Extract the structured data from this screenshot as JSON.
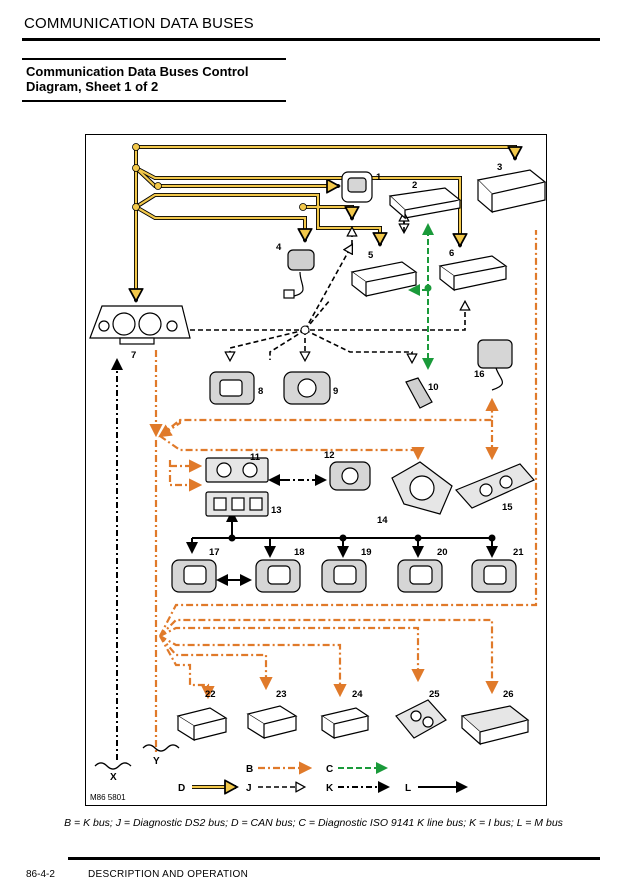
{
  "header": {
    "section_title": "COMMUNICATION DATA BUSES"
  },
  "subheader": {
    "line1": "Communication Data Buses Control",
    "line2": "Diagram, Sheet 1 of 2"
  },
  "diagram": {
    "components": [
      "1",
      "2",
      "3",
      "4",
      "5",
      "6",
      "7",
      "8",
      "9",
      "10",
      "11",
      "12",
      "13",
      "14",
      "15",
      "16",
      "17",
      "18",
      "19",
      "20",
      "21",
      "22",
      "23",
      "24",
      "25",
      "26"
    ],
    "bus_ends": {
      "x": "X",
      "y": "Y"
    },
    "legend": {
      "b": "B",
      "c": "C",
      "d": "D",
      "j": "J",
      "k": "K",
      "l": "L"
    },
    "figure_ref": "M86 5801"
  },
  "caption": "B = K bus; J = Diagnostic DS2 bus; D = CAN bus; C = Diagnostic ISO 9141 K line bus; K = I bus; L = M bus",
  "footer": {
    "page": "86-4-2",
    "section": "DESCRIPTION AND OPERATION"
  },
  "colors": {
    "k_bus": "#e07a2a",
    "can_bus": "#d9a300",
    "iso_bus": "#1a9a3a",
    "line": "#000000"
  }
}
